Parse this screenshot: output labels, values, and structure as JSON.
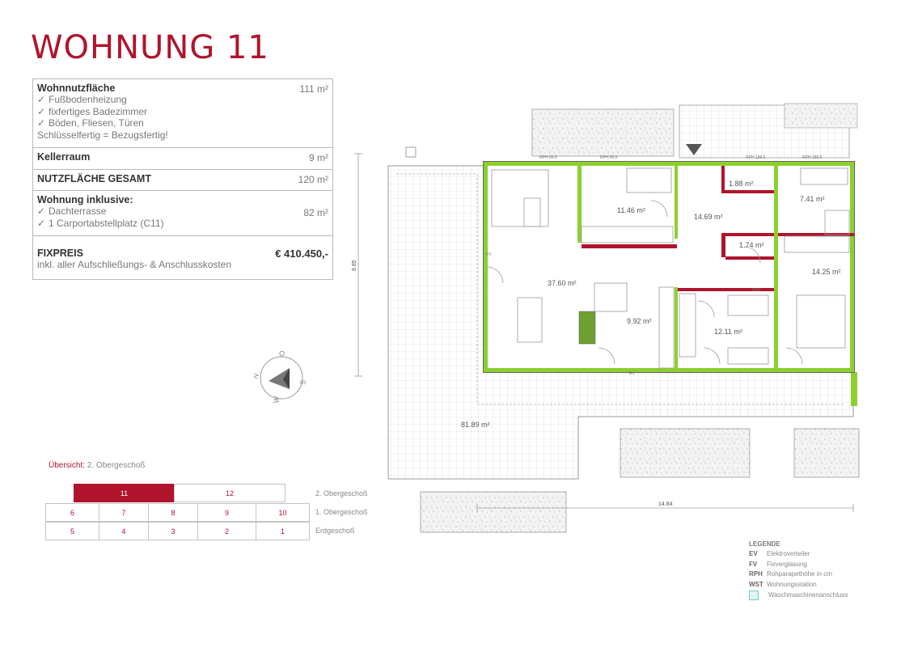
{
  "title": "WOHNUNG 11",
  "info": {
    "living": {
      "label": "Wohnnutzfläche",
      "value": "111 m²",
      "items": [
        "Fußbodenheizung",
        "fixfertiges Badezimmer",
        "Böden, Fliesen, Türen"
      ],
      "note": "Schlüsselfertig = Bezugsfertig!"
    },
    "cellar": {
      "label": "Kellerraum",
      "value": "9 m²"
    },
    "total": {
      "label": "NUTZFLÄCHE GESAMT",
      "value": "120 m²"
    },
    "inclusive": {
      "label": "Wohnung inklusive:",
      "items": [
        "Dachterrasse",
        "1 Carportabstellplatz (C11)"
      ],
      "value": "82 m²"
    },
    "price": {
      "label": "FIXPREIS",
      "value": "€ 410.450,-",
      "note": "inkl. aller Aufschließungs- & Anschlusskosten"
    },
    "check_glyph": "✓"
  },
  "compass": {
    "n": "N",
    "o": "O",
    "s": "S",
    "w": "W"
  },
  "overview": {
    "label_prefix": "Übersicht:",
    "label_rest": " 2. Obergeschoß",
    "floors": [
      "2. Obergeschoß",
      "1. Obergeschoß",
      "Erdgeschoß"
    ],
    "row_top": [
      "11",
      "12"
    ],
    "row_mid": [
      "6",
      "7",
      "8",
      "9",
      "10"
    ],
    "row_bot": [
      "5",
      "4",
      "3",
      "2",
      "1"
    ],
    "active": "11"
  },
  "plan": {
    "rooms": {
      "living": "37.60 m²",
      "kitchen": "9.92 m²",
      "room_a": "11.46 m²",
      "hall": "14.69 m²",
      "wc": "1.88 m²",
      "bath": "7.41 m²",
      "storage": "1.74 m²",
      "bedroom": "14.25 m²",
      "room_b": "12.11 m²",
      "terrace": "81.89 m²"
    },
    "dims": {
      "width": "14.84",
      "height": "8.85"
    },
    "marks": {
      "rph1": "RPH 89.5",
      "rph2": "RPH 89.5",
      "rph3": "RPH 189.5",
      "rph4": "RPH 189.5",
      "fv": "FV",
      "ev": "EV",
      "wst": "WST"
    }
  },
  "legend": {
    "title": "LEGENDE",
    "items": [
      {
        "abbr": "EV",
        "text": "Elektroverteiler"
      },
      {
        "abbr": "FV",
        "text": "Fixverglasung"
      },
      {
        "abbr": "RPH",
        "text": "Rohparapethöhe in cm"
      },
      {
        "abbr": "WST",
        "text": "Wohnungsstation"
      }
    ],
    "wm": "Waschmaschinenanschluss"
  },
  "colors": {
    "accent": "#b0142c",
    "wall_green": "#8ccf2f",
    "wall_red": "#b0142c"
  }
}
